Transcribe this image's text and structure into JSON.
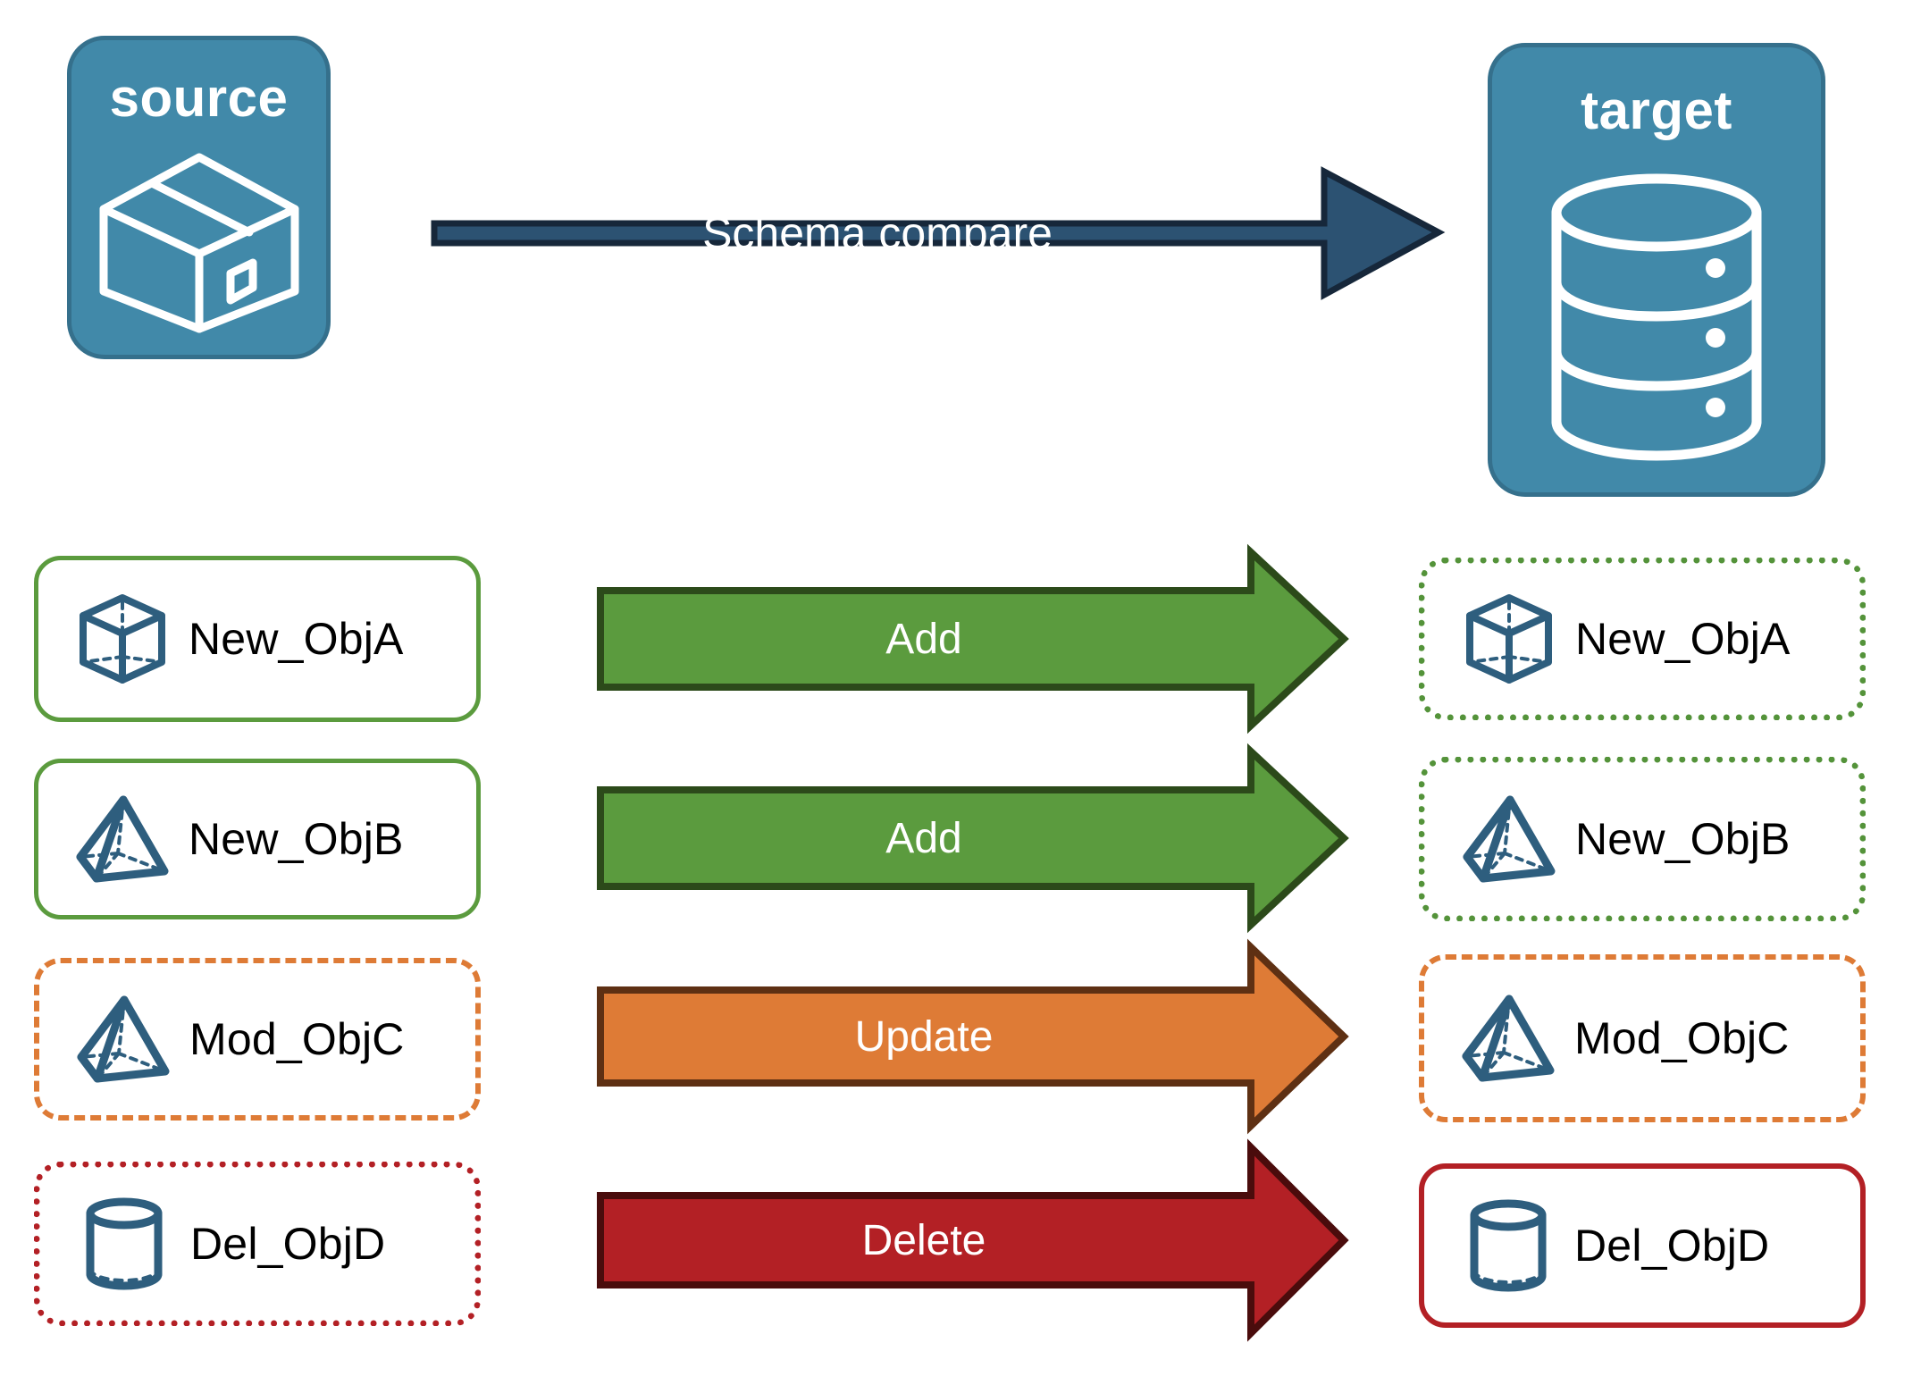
{
  "diagram": {
    "title_note": "Schema compare flow from source package to target database",
    "source": {
      "label": "source",
      "icon": "package-box-icon"
    },
    "target": {
      "label": "target",
      "icon": "database-cylinder-icon"
    },
    "main_arrow": {
      "label": "Schema compare",
      "color": "#2C5272",
      "border": "#16273A"
    }
  },
  "rows": [
    {
      "source": {
        "label": "New_ObjA",
        "icon": "cube-wireframe-icon",
        "border_style": "solid",
        "border_color": "#5B9B3E"
      },
      "arrow": {
        "label": "Add",
        "fill": "#5B9B3E",
        "stroke": "#2C4A1A"
      },
      "target": {
        "label": "New_ObjA",
        "icon": "cube-wireframe-icon",
        "border_style": "dotted",
        "border_color": "#54933A"
      }
    },
    {
      "source": {
        "label": "New_ObjB",
        "icon": "pyramid-wireframe-icon",
        "border_style": "solid",
        "border_color": "#5B9B3E"
      },
      "arrow": {
        "label": "Add",
        "fill": "#5B9B3E",
        "stroke": "#2C4A1A"
      },
      "target": {
        "label": "New_ObjB",
        "icon": "pyramid-wireframe-icon",
        "border_style": "dotted",
        "border_color": "#54933A"
      }
    },
    {
      "source": {
        "label": "Mod_ObjC",
        "icon": "pyramid-wireframe-icon",
        "border_style": "dashed",
        "border_color": "#DE7B36"
      },
      "arrow": {
        "label": "Update",
        "fill": "#DE7B36",
        "stroke": "#5E3013"
      },
      "target": {
        "label": "Mod_ObjC",
        "icon": "pyramid-wireframe-icon",
        "border_style": "dashed",
        "border_color": "#DE7B36"
      }
    },
    {
      "source": {
        "label": "Del_ObjD",
        "icon": "cylinder-wireframe-icon",
        "border_style": "dotted",
        "border_color": "#B32025"
      },
      "arrow": {
        "label": "Delete",
        "fill": "#B32025",
        "stroke": "#4A0C0C"
      },
      "target": {
        "label": "Del_ObjD",
        "icon": "cylinder-wireframe-icon",
        "border_style": "solid",
        "border_color": "#B32025"
      }
    }
  ],
  "palette": {
    "panel_fill": "#4189A9",
    "panel_border": "#35708C",
    "icon_blue": "#2E5E7E",
    "white": "#FFFFFF"
  }
}
